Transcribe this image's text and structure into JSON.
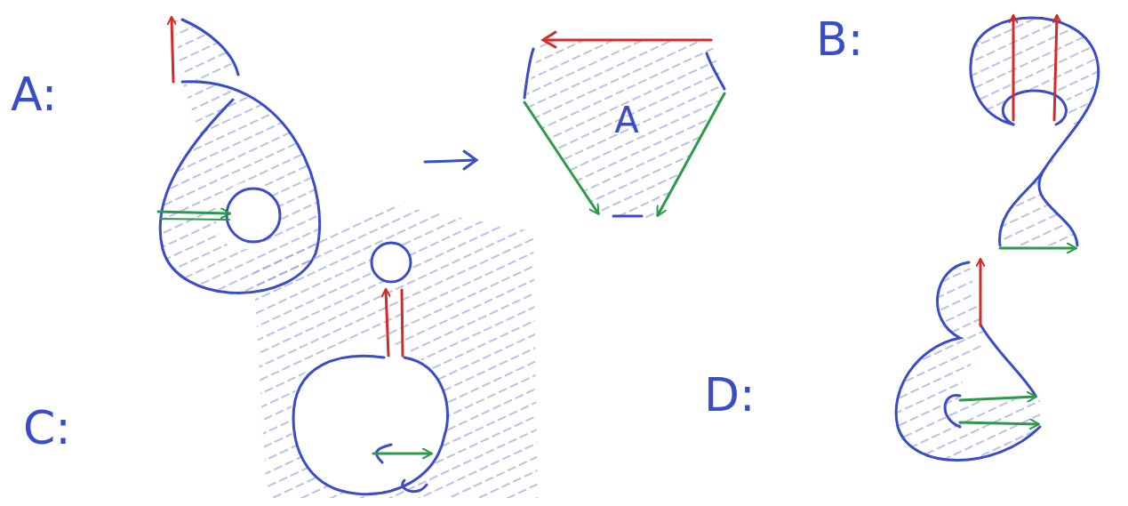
{
  "diagram": {
    "nodes": [
      {
        "text": [
          "A"
        ]
      }
    ],
    "labels": [
      "A:",
      "B:",
      "C:",
      "D:"
    ]
  }
}
